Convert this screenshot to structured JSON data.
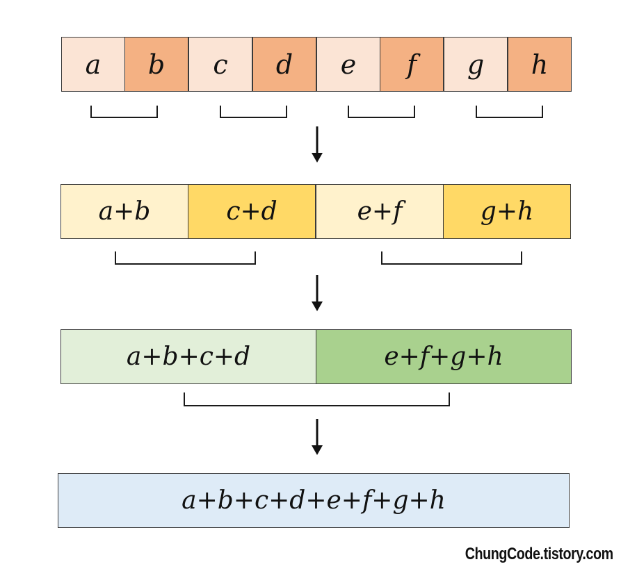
{
  "rows": [
    [
      "a",
      "b",
      "c",
      "d",
      "e",
      "f",
      "g",
      "h"
    ],
    [
      "a+b",
      "c+d",
      "e+f",
      "g+h"
    ],
    [
      "a+b+c+d",
      "e+f+g+h"
    ],
    [
      "a+b+c+d+e+f+g+h"
    ]
  ],
  "colors": {
    "row1_light": "#fbe4d5",
    "row1_dark": "#f4b183",
    "row2_light": "#fff2cc",
    "row2_dark": "#ffd966",
    "row3_light": "#e2efd9",
    "row3_dark": "#a9d18e",
    "row4": "#deebf7"
  },
  "watermark": "ChungCode.tistory.com"
}
